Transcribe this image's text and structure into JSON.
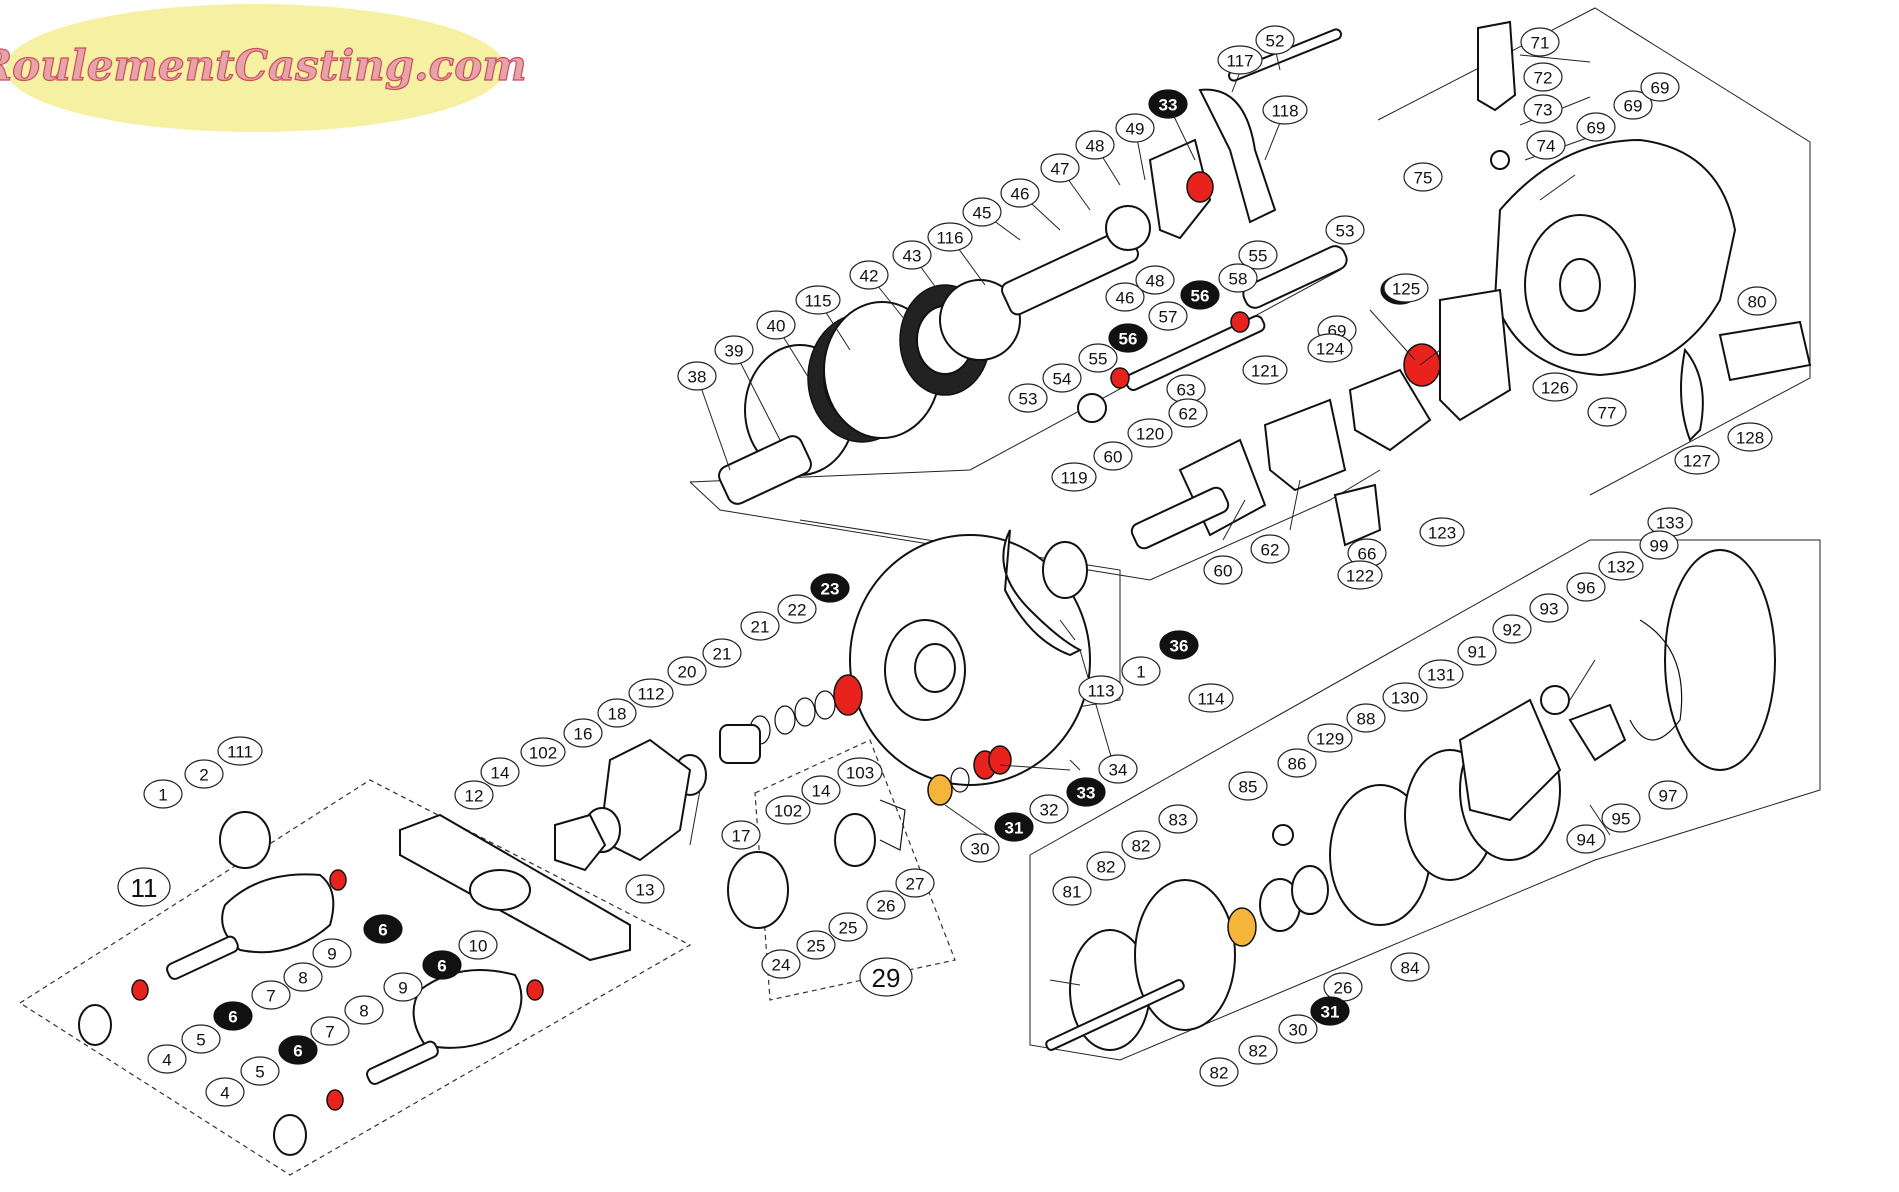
{
  "logo": {
    "text": "RoulementCasting.com"
  },
  "colors": {
    "bearing_red": "#e8231d",
    "bearing_orange": "#f5b43a",
    "logo_yellow": "#f6f0a2",
    "logo_pink": "#e7a2aa"
  },
  "callouts": [
    {
      "id": "52",
      "dark": false
    },
    {
      "id": "117",
      "dark": false
    },
    {
      "id": "33",
      "dark": true
    },
    {
      "id": "118",
      "dark": false
    },
    {
      "id": "49",
      "dark": false
    },
    {
      "id": "48",
      "dark": false
    },
    {
      "id": "47",
      "dark": false
    },
    {
      "id": "46",
      "dark": false
    },
    {
      "id": "45",
      "dark": false
    },
    {
      "id": "116",
      "dark": false
    },
    {
      "id": "43",
      "dark": false
    },
    {
      "id": "42",
      "dark": false
    },
    {
      "id": "115",
      "dark": false
    },
    {
      "id": "40",
      "dark": false
    },
    {
      "id": "39",
      "dark": false
    },
    {
      "id": "38",
      "dark": false
    },
    {
      "id": "53",
      "dark": false
    },
    {
      "id": "55",
      "dark": false
    },
    {
      "id": "58",
      "dark": false
    },
    {
      "id": "56",
      "dark": true
    },
    {
      "id": "57",
      "dark": false
    },
    {
      "id": "56",
      "dark": true
    },
    {
      "id": "55",
      "dark": false
    },
    {
      "id": "54",
      "dark": false
    },
    {
      "id": "53",
      "dark": false
    },
    {
      "id": "46",
      "dark": false
    },
    {
      "id": "48",
      "dark": false
    },
    {
      "id": "71",
      "dark": false
    },
    {
      "id": "72",
      "dark": false
    },
    {
      "id": "73",
      "dark": false
    },
    {
      "id": "74",
      "dark": false
    },
    {
      "id": "75",
      "dark": false
    },
    {
      "id": "69",
      "dark": false
    },
    {
      "id": "69",
      "dark": false
    },
    {
      "id": "69",
      "dark": false
    },
    {
      "id": "80",
      "dark": false
    },
    {
      "id": "23",
      "dark": true
    },
    {
      "id": "125",
      "dark": false
    },
    {
      "id": "69",
      "dark": false
    },
    {
      "id": "124",
      "dark": false
    },
    {
      "id": "121",
      "dark": false
    },
    {
      "id": "126",
      "dark": false
    },
    {
      "id": "77",
      "dark": false
    },
    {
      "id": "128",
      "dark": false
    },
    {
      "id": "127",
      "dark": false
    },
    {
      "id": "63",
      "dark": false
    },
    {
      "id": "62",
      "dark": false
    },
    {
      "id": "120",
      "dark": false
    },
    {
      "id": "60",
      "dark": false
    },
    {
      "id": "119",
      "dark": false
    },
    {
      "id": "62",
      "dark": false
    },
    {
      "id": "60",
      "dark": false
    },
    {
      "id": "123",
      "dark": false
    },
    {
      "id": "66",
      "dark": false
    },
    {
      "id": "122",
      "dark": false
    },
    {
      "id": "23",
      "dark": true
    },
    {
      "id": "22",
      "dark": false
    },
    {
      "id": "21",
      "dark": false
    },
    {
      "id": "21",
      "dark": false
    },
    {
      "id": "20",
      "dark": false
    },
    {
      "id": "112",
      "dark": false
    },
    {
      "id": "18",
      "dark": false
    },
    {
      "id": "16",
      "dark": false
    },
    {
      "id": "102",
      "dark": false
    },
    {
      "id": "14",
      "dark": false
    },
    {
      "id": "12",
      "dark": false
    },
    {
      "id": "36",
      "dark": true
    },
    {
      "id": "1",
      "dark": false
    },
    {
      "id": "113",
      "dark": false
    },
    {
      "id": "114",
      "dark": false
    },
    {
      "id": "133",
      "dark": false
    },
    {
      "id": "99",
      "dark": false
    },
    {
      "id": "132",
      "dark": false
    },
    {
      "id": "96",
      "dark": false
    },
    {
      "id": "93",
      "dark": false
    },
    {
      "id": "92",
      "dark": false
    },
    {
      "id": "91",
      "dark": false
    },
    {
      "id": "131",
      "dark": false
    },
    {
      "id": "130",
      "dark": false
    },
    {
      "id": "88",
      "dark": false
    },
    {
      "id": "129",
      "dark": false
    },
    {
      "id": "86",
      "dark": false
    },
    {
      "id": "85",
      "dark": false
    },
    {
      "id": "83",
      "dark": false
    },
    {
      "id": "82",
      "dark": false
    },
    {
      "id": "82",
      "dark": false
    },
    {
      "id": "81",
      "dark": false
    },
    {
      "id": "97",
      "dark": false
    },
    {
      "id": "95",
      "dark": false
    },
    {
      "id": "94",
      "dark": false
    },
    {
      "id": "84",
      "dark": false
    },
    {
      "id": "26",
      "dark": false
    },
    {
      "id": "31",
      "dark": true
    },
    {
      "id": "30",
      "dark": false
    },
    {
      "id": "82",
      "dark": false
    },
    {
      "id": "82",
      "dark": false
    },
    {
      "id": "34",
      "dark": false
    },
    {
      "id": "33",
      "dark": true
    },
    {
      "id": "32",
      "dark": false
    },
    {
      "id": "31",
      "dark": true
    },
    {
      "id": "30",
      "dark": false
    },
    {
      "id": "103",
      "dark": false
    },
    {
      "id": "14",
      "dark": false
    },
    {
      "id": "102",
      "dark": false
    },
    {
      "id": "17",
      "dark": false
    },
    {
      "id": "13",
      "dark": false
    },
    {
      "id": "27",
      "dark": false
    },
    {
      "id": "26",
      "dark": false
    },
    {
      "id": "25",
      "dark": false
    },
    {
      "id": "25",
      "dark": false
    },
    {
      "id": "24",
      "dark": false
    },
    {
      "id": "29",
      "dark": false,
      "big": true
    },
    {
      "id": "111",
      "dark": false
    },
    {
      "id": "2",
      "dark": false
    },
    {
      "id": "1",
      "dark": false
    },
    {
      "id": "11",
      "dark": false,
      "big": true
    },
    {
      "id": "6",
      "dark": true
    },
    {
      "id": "9",
      "dark": false
    },
    {
      "id": "10",
      "dark": false
    },
    {
      "id": "8",
      "dark": false
    },
    {
      "id": "7",
      "dark": false
    },
    {
      "id": "6",
      "dark": true
    },
    {
      "id": "5",
      "dark": false
    },
    {
      "id": "4",
      "dark": false
    },
    {
      "id": "6",
      "dark": true
    },
    {
      "id": "9",
      "dark": false
    },
    {
      "id": "8",
      "dark": false
    },
    {
      "id": "7",
      "dark": false
    },
    {
      "id": "6",
      "dark": true
    },
    {
      "id": "5",
      "dark": false
    },
    {
      "id": "4",
      "dark": false
    }
  ]
}
